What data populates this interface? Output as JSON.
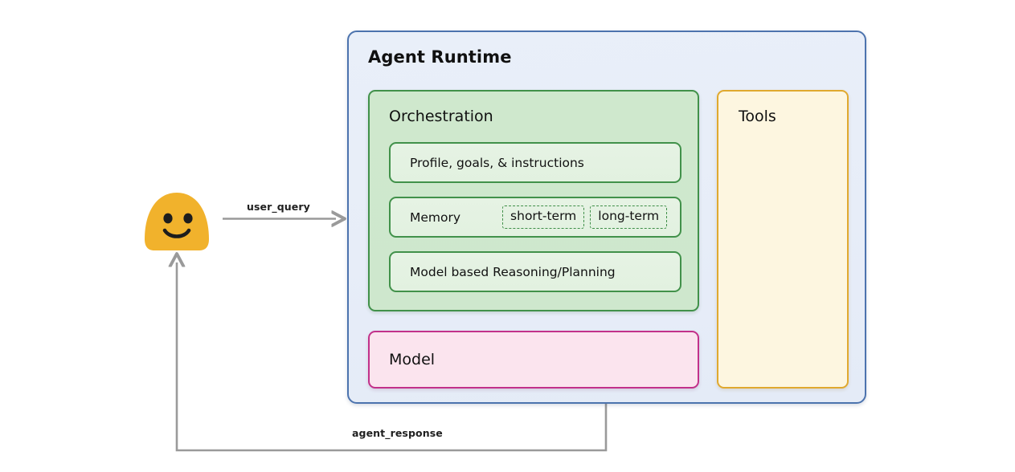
{
  "diagram": {
    "type": "architecture-block-diagram",
    "background_color": "#ffffff"
  },
  "actor": {
    "icon": "user-avatar-smiley",
    "color": "#f2b233"
  },
  "flows": [
    {
      "id": "user-query",
      "label": "user_query",
      "direction": "user-to-agent",
      "color": "#9a9a9a"
    },
    {
      "id": "agent-response",
      "label": "agent_response",
      "direction": "agent-to-user",
      "color": "#9a9a9a"
    }
  ],
  "runtime": {
    "title": "Agent Runtime",
    "border_color": "#4c73ae",
    "background_color": "#e8eef8",
    "orchestration": {
      "title": "Orchestration",
      "border_color": "#41914a",
      "background_color": "#cfe8cd",
      "rows": [
        {
          "label": "Profile, goals, & instructions",
          "tags": []
        },
        {
          "label": "Memory",
          "tags": [
            "short-term",
            "long-term"
          ]
        },
        {
          "label": "Model based Reasoning/Planning",
          "tags": []
        }
      ]
    },
    "model": {
      "title": "Model",
      "border_color": "#c2318a",
      "background_color": "#fbe4ee"
    },
    "tools": {
      "title": "Tools",
      "border_color": "#e0a92f",
      "background_color": "#fdf6e0"
    }
  }
}
